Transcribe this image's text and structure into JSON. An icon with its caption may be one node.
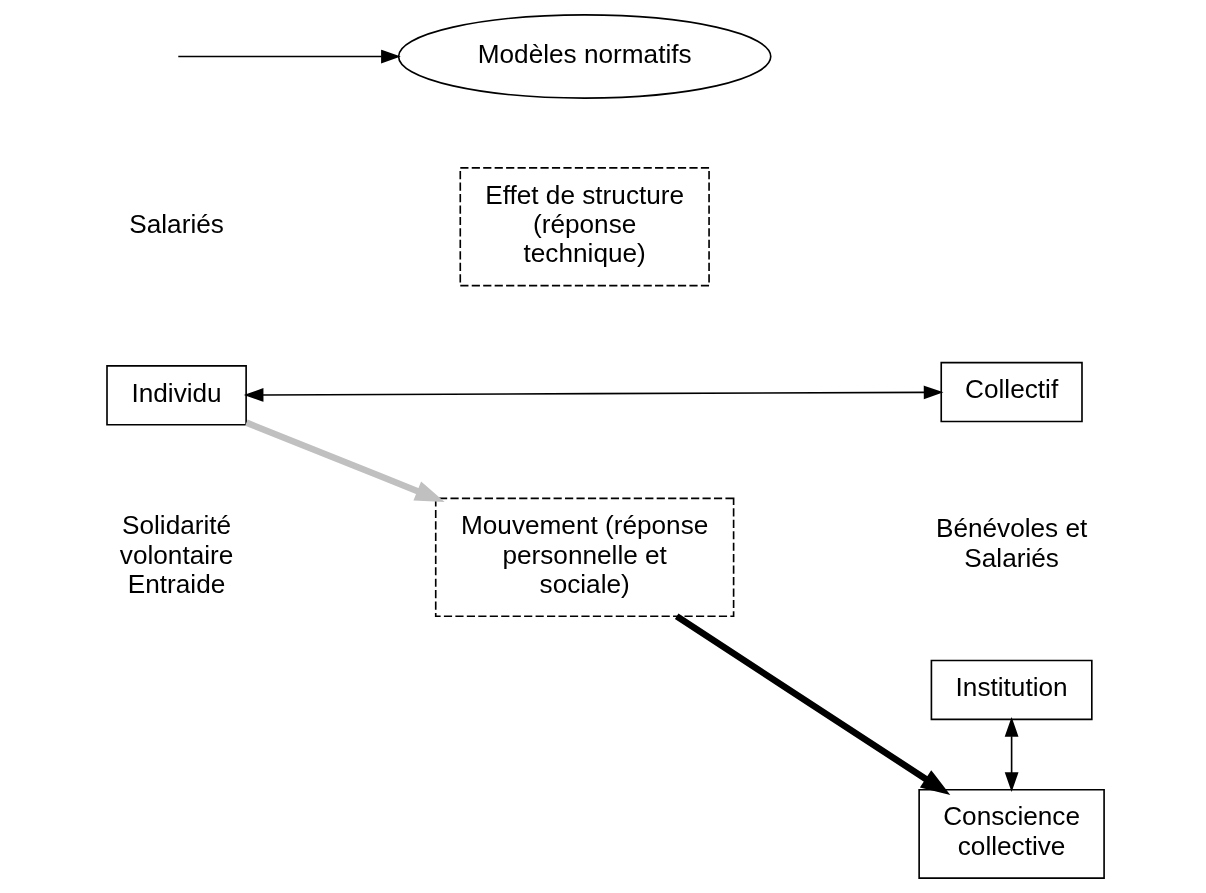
{
  "diagram": {
    "nodes": [
      {
        "text": [
          "Individu"
        ]
      },
      {
        "text": [
          "Effet de structure (réponse technique)"
        ]
      },
      {
        "text": [
          "Modèles normatifs"
        ]
      },
      {
        "text": [
          "Institution"
        ]
      },
      {
        "text": [
          "Collectif"
        ]
      },
      {
        "text": [
          "Conscience collective"
        ]
      },
      {
        "text": [
          "Mouvement (réponse personnelle et sociale)"
        ]
      }
    ],
    "edges": [
      {
        "from": null,
        "to": 2,
        "arrow": "to"
      },
      {
        "from": 0,
        "to": 4,
        "arrow": "both"
      },
      {
        "from": 3,
        "to": 5,
        "arrow": "both"
      },
      {
        "from": 0,
        "to": 6,
        "arrow": "to",
        "style": "thick",
        "color": "#c0c0c0"
      },
      {
        "from": 6,
        "to": 5,
        "arrow": "to",
        "style": "thick"
      }
    ],
    "labels": [
      "Salariés",
      "Solidarité volontaire Entraide",
      "Bénévoles et Salariés"
    ]
  }
}
